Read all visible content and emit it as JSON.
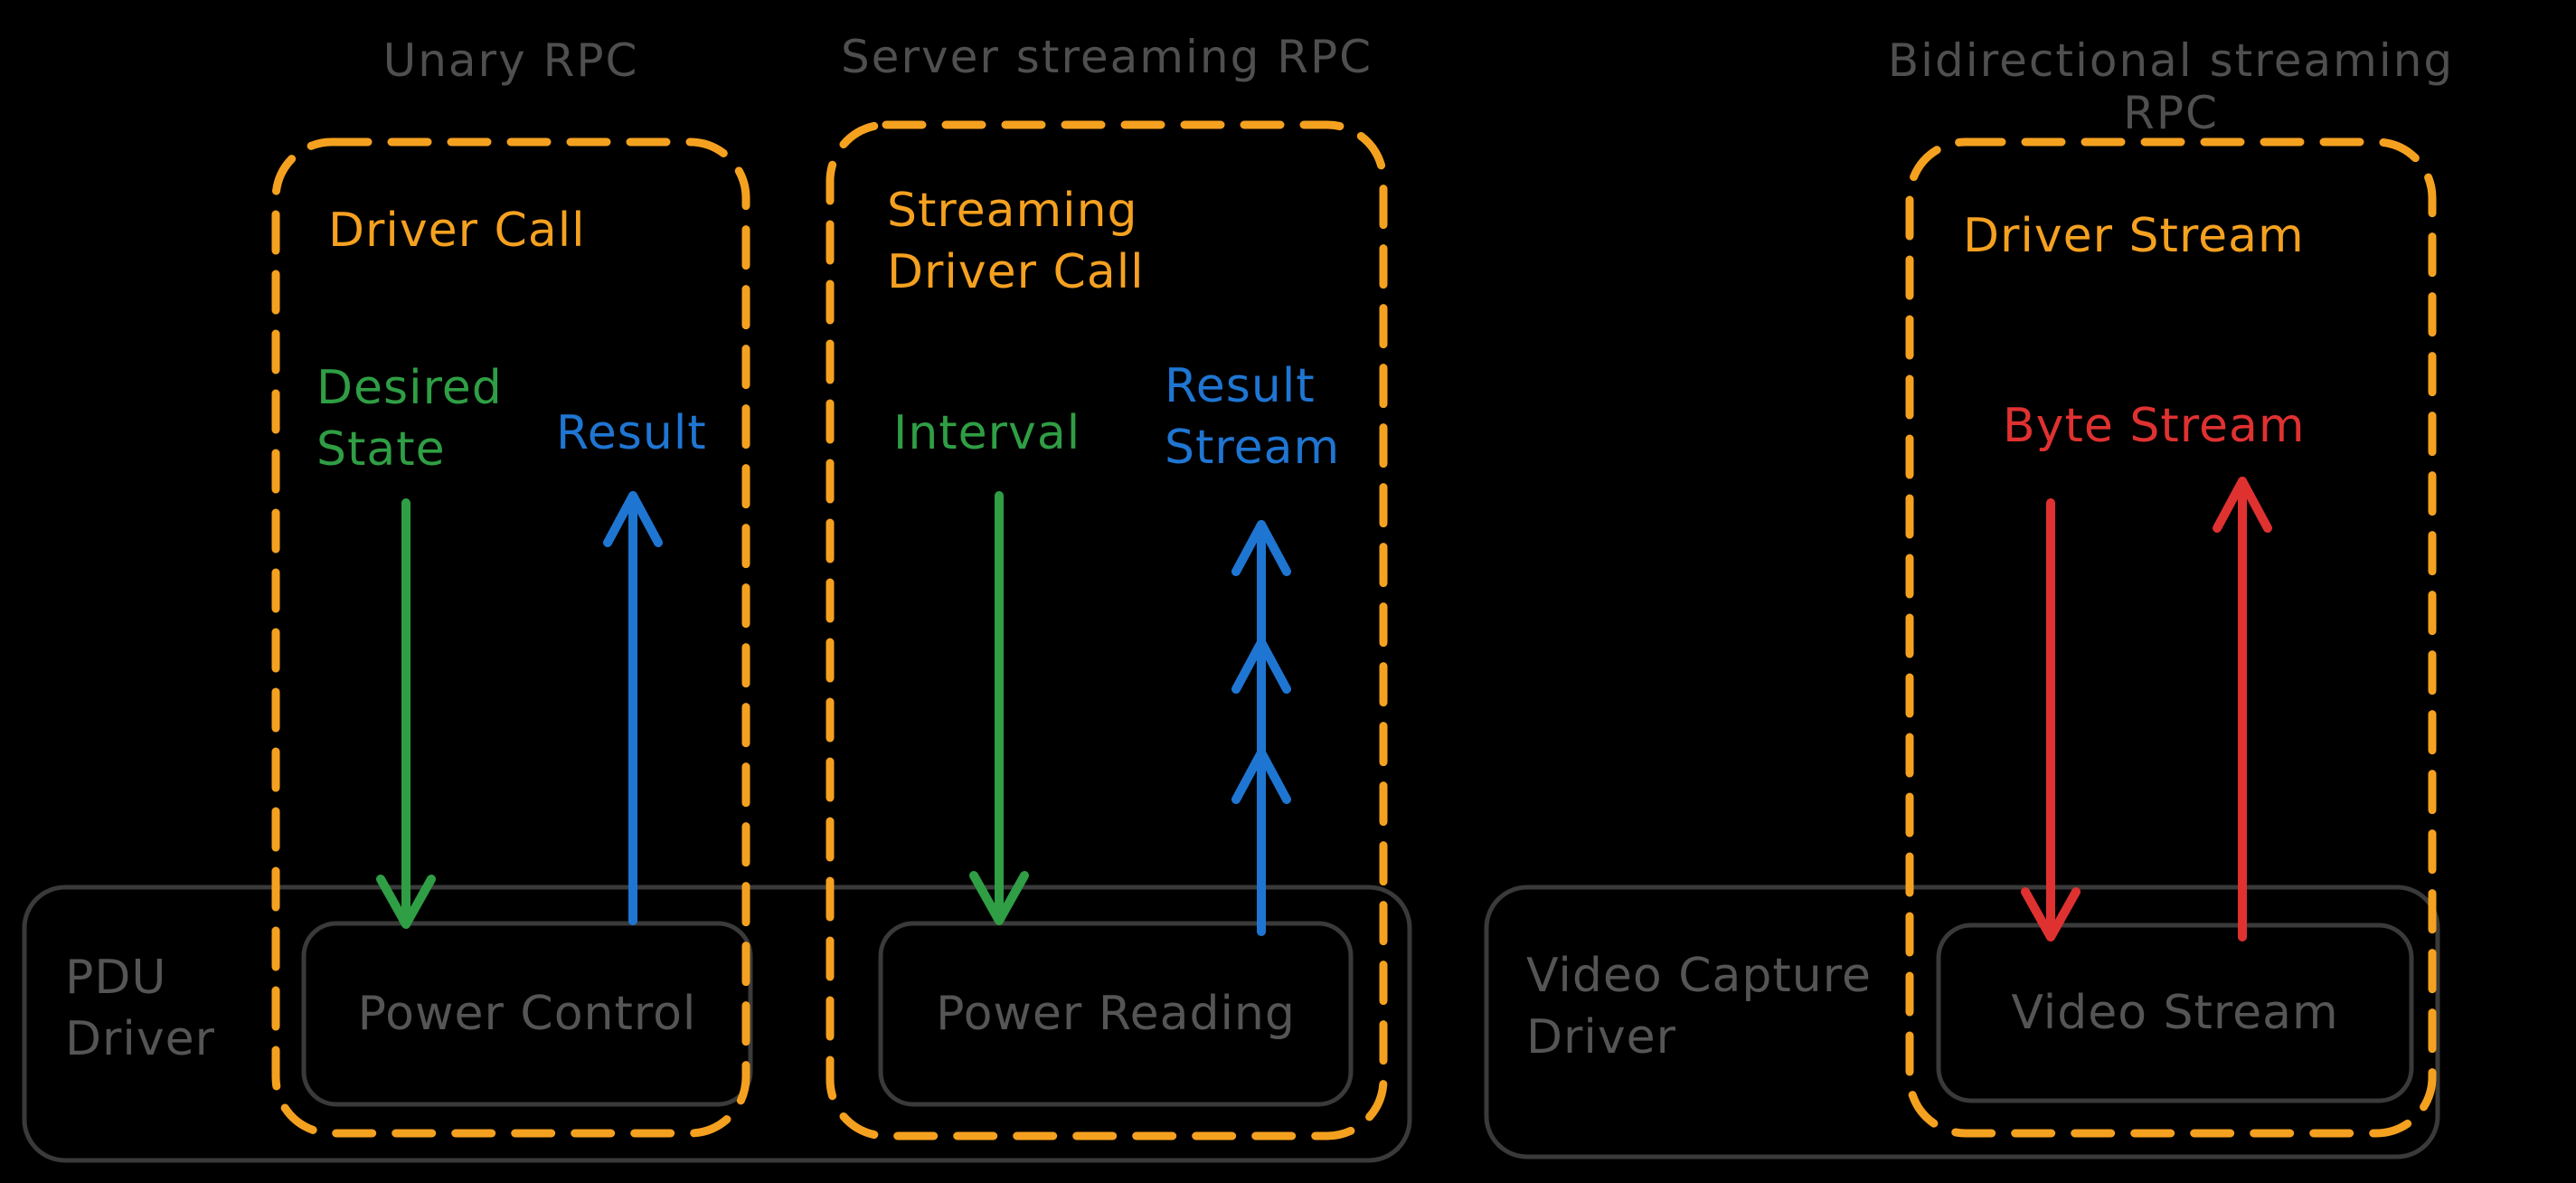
{
  "titles": {
    "unary": "Unary RPC",
    "server_streaming": "Server streaming RPC",
    "bidirectional": "Bidirectional streaming RPC"
  },
  "unary": {
    "call_label": "Driver Call",
    "request_label": "Desired State",
    "response_label": "Result"
  },
  "server_streaming": {
    "call_label": "Streaming Driver Call",
    "request_label": "Interval",
    "response_label": "Result Stream"
  },
  "bidirectional": {
    "call_label": "Driver Stream",
    "stream_label": "Byte Stream"
  },
  "drivers": {
    "pdu": {
      "label": "PDU Driver",
      "power_control": "Power Control",
      "power_reading": "Power Reading"
    },
    "video": {
      "label": "Video Capture Driver",
      "stream": "Video Stream"
    }
  },
  "colors": {
    "background": "#000000",
    "orange": "#f5a120",
    "green": "#2f9e44",
    "blue": "#1f76d2",
    "red": "#e03131",
    "gray_text": "#555555",
    "gray_border": "#3a3a3a",
    "title_gray": "#4f4f4f"
  }
}
